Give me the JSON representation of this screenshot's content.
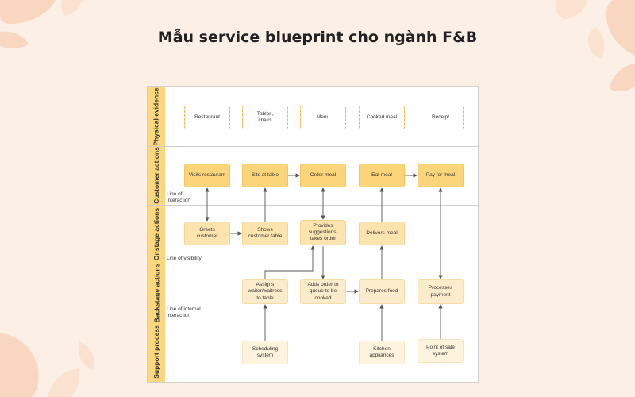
{
  "title": "Mẫu service blueprint cho ngành F&B",
  "lanes": {
    "physical_evidence": "Physical evidence",
    "customer_actions": "Customer actions",
    "onstage_actions": "Onstage actions",
    "backstage_actions": "Backstage actions",
    "support_process": "Support process"
  },
  "lines": {
    "interaction": "Line of\ninteraction",
    "visibility": "Line of visibility",
    "internal_interaction": "Line of internal\ninteraction"
  },
  "evidence": [
    "Restaurant",
    "Tables,\nchairs",
    "Menu",
    "Cooked meal",
    "Receipt"
  ],
  "customer": [
    "Visits restaurant",
    "Sits at table",
    "Order meal",
    "Eat meal",
    "Pay for meal"
  ],
  "onstage": [
    "Greets\ncustomer",
    "Shows\ncustomer table",
    "Provides\nsuggestions,\ntakes order",
    "Delivers meal"
  ],
  "backstage": [
    "Assigns\nwaiter/waitress\nto table",
    "Adds order to\nqueue to be\ncooked",
    "Prepares food",
    "Processes\npayment"
  ],
  "support": [
    "Scheduling\nsystem",
    "Kitchen\nappliances",
    "Point of sale\nsystem"
  ],
  "colors": {
    "background": "#fcefe6",
    "lane_header": "#fcd77d",
    "customer_card": "#fcd57a",
    "onstage_card": "#fde3ad",
    "backstage_card": "#fdeccb",
    "support_card": "#fef4de",
    "evidence_border": "#f3b24a",
    "decoration": "#f9d6bf"
  }
}
